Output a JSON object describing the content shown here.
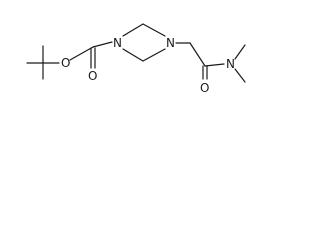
{
  "atoms": {
    "ester_oxygen": "O",
    "carbonyl_oxygen_carbamate": "O",
    "piperazine_n_left": "N",
    "piperazine_n_right": "N",
    "carbonyl_oxygen_amide": "O",
    "amide_nitrogen": "N"
  }
}
